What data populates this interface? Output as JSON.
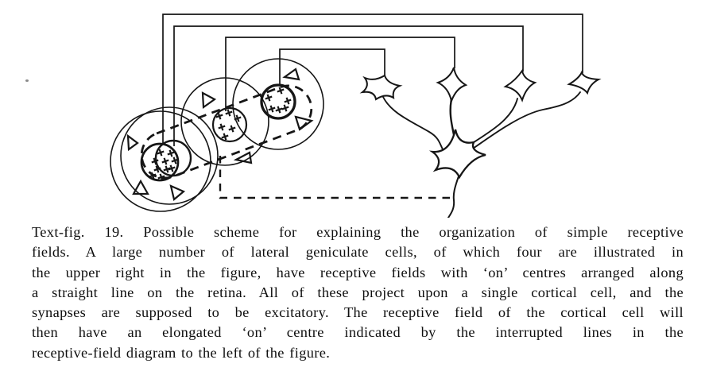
{
  "page": {
    "background_color": "#ffffff",
    "ink_color": "#161616",
    "type": "journal-figure-with-caption"
  },
  "figure": {
    "label": "Text-fig. 19.",
    "caption": {
      "lines": [
        "Text-fig. 19.  Possible scheme for explaining the organization of simple receptive",
        "fields.  A large number of lateral geniculate cells, of which four are illustrated in",
        "the upper right in the figure, have receptive fields with ‘on’ centres arranged along",
        "a straight line on the retina.  All of these project upon a single cortical cell, and the",
        "synapses are supposed to be excitatory.  The receptive field of the cortical cell will",
        "then have an elongated ‘on’ centre indicated by the interrupted lines in the",
        "receptive-field diagram to the left of the figure."
      ],
      "full_text": "Text-fig. 19. Possible scheme for explaining the organization of simple receptive fields. A large number of lateral geniculate cells, of which four are illustrated in the upper right in the figure, have receptive fields with ‘on’ centres arranged along a straight line on the retina. All of these project upon a single cortical cell, and the synapses are supposed to be excitatory. The receptive field of the cortical cell will then have an elongated ‘on’ centre indicated by the interrupted lines in the receptive-field diagram to the left of the figure."
    },
    "diagram": {
      "on_centre_marker": "+",
      "off_surround_marker": "open-triangle",
      "receptive_field_circles": 4,
      "geniculate_cells_shown": 4,
      "cortical_cells_shown": 1,
      "elongated_on_centre_style": "interrupted (dashed) lines",
      "ink_color": "#161616"
    }
  }
}
